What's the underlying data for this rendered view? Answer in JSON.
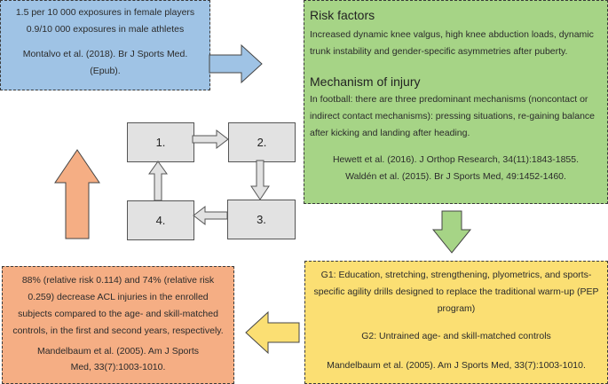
{
  "epidemiology": {
    "line1": "1.5 per 10 000 exposures in female players",
    "line2": "0.9/10 000 exposures in male athletes",
    "ref1": "Montalvo et al. (2018). Br J Sports Med.",
    "ref2": "(Epub)."
  },
  "risk": {
    "heading": "Risk factors",
    "text": "Increased dynamic knee valgus, high knee abduction loads, dynamic trunk instability and gender-specific asymmetries after puberty.",
    "mech_heading": "Mechanism of injury",
    "mech_text": "In football: there are three predominant mechanisms (noncontact or indirect contact mechanisms): pressing situations, re-gaining balance after kicking and landing after heading.",
    "ref1": "Hewett et al. (2016). J Orthop Research, 34(11):1843-1855.",
    "ref2": "Waldén et al. (2015). Br J Sports Med, 49:1452-1460."
  },
  "cycle": {
    "step1": "1.",
    "step2": "2.",
    "step3": "3.",
    "step4": "4."
  },
  "outcome": {
    "text": "88% (relative risk 0.114) and 74% (relative risk 0.259) decrease ACL injuries in the enrolled subjects compared to the age- and skill-matched controls, in the first and second years, respectively.",
    "ref1": "Mandelbaum et al. (2005). Am J  Sports",
    "ref2": "Med, 33(7):1003-1010."
  },
  "prevention": {
    "g1": "G1: Education, stretching, strengthening, plyometrics, and sports-specific agility drills designed to replace the traditional warm-up (PEP program)",
    "g2": "G2: Untrained age- and skill-matched controls",
    "ref": "Mandelbaum et al. (2005). Am J  Sports Med, 33(7):1003-1010."
  },
  "colors": {
    "blue": "#9fc3e5",
    "green": "#a6d486",
    "orange": "#f5ae84",
    "yellow": "#fbdf73",
    "gray": "#e2e2e2"
  }
}
